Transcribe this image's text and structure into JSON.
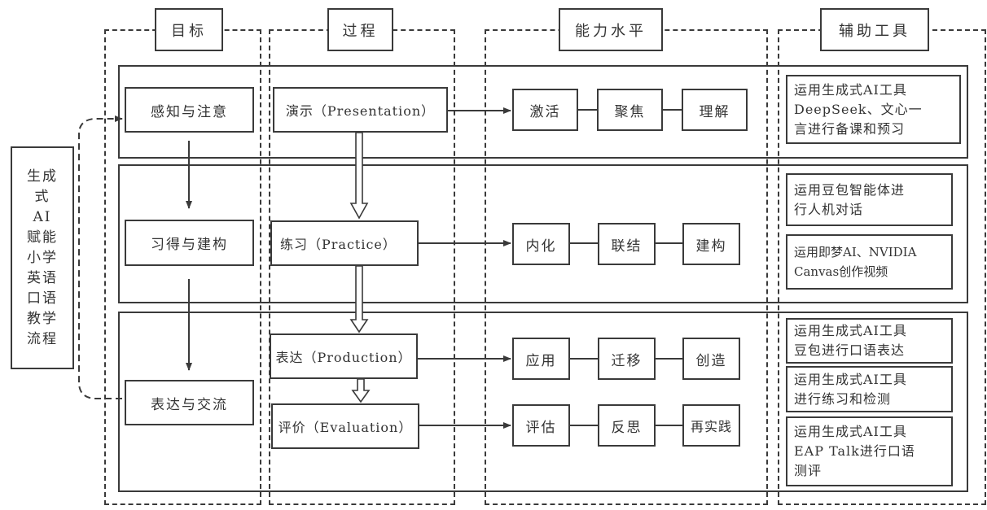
{
  "title_box": {
    "label": "生成式AI赋能小学英语口语教学流程",
    "lines": [
      "生成",
      "式AI",
      "赋能",
      "小学",
      "英语",
      "口语",
      "教学",
      "流程"
    ]
  },
  "columns": [
    {
      "id": "goal",
      "header": "目标"
    },
    {
      "id": "process",
      "header": "过程"
    },
    {
      "id": "ability",
      "header": "能力水平"
    },
    {
      "id": "tools",
      "header": "辅助工具"
    }
  ],
  "goals": [
    "感知与注意",
    "习得与建构",
    "表达与交流"
  ],
  "processes": [
    "演示（Presentation）",
    "练习（Practice）",
    "表达（Production）",
    "评价（Evaluation）"
  ],
  "abilities": [
    [
      "激活",
      "聚焦",
      "理解"
    ],
    [
      "内化",
      "联结",
      "建构"
    ],
    [
      "应用",
      "迁移",
      "创造"
    ],
    [
      "评估",
      "反思",
      "再实践"
    ]
  ],
  "tools": [
    {
      "lines": [
        "运用生成式AI工具",
        "DeepSeek、文心一",
        "言进行备课和预习"
      ]
    },
    {
      "lines": [
        "运用豆包智能体进",
        "行人机对话"
      ]
    },
    {
      "lines": [
        "运用即梦AI、NVIDIA",
        "Canvas创作视频"
      ]
    },
    {
      "lines": [
        "运用生成式AI工具",
        "豆包进行口语表达"
      ]
    },
    {
      "lines": [
        "运用生成式AI工具",
        "进行练习和检测"
      ]
    },
    {
      "lines": [
        "运用生成式AI工具",
        "EAP Talk进行口语",
        "测评"
      ]
    }
  ],
  "colors": {
    "line": "#3a3a3a",
    "background": "#ffffff",
    "text": "#333333"
  }
}
